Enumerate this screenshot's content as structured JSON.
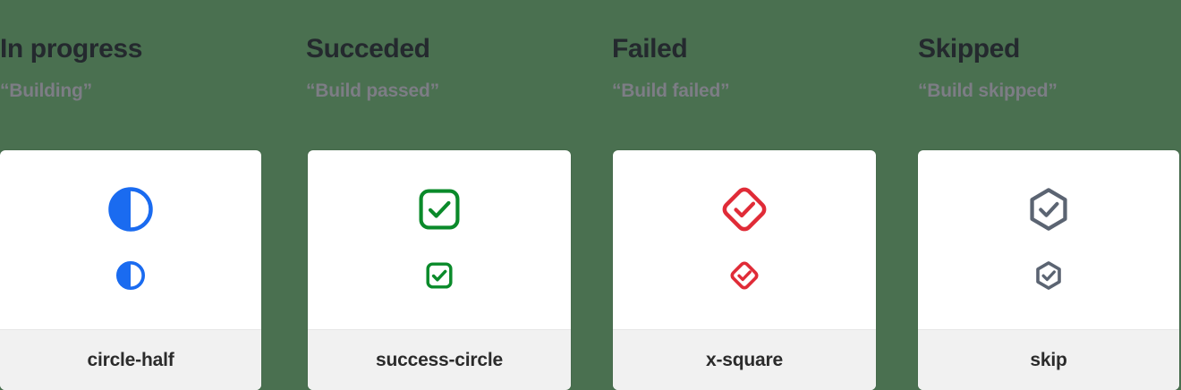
{
  "page": {
    "background_color": "#4a7050",
    "card_background": "#ffffff",
    "card_footer_background": "#f1f1f1"
  },
  "columns": [
    {
      "title": "In progress",
      "subtitle": "“Building”",
      "icon_name": "circle-half",
      "icon_label": "circle-half",
      "icon_color": "#1a6bf0"
    },
    {
      "title": "Succeded",
      "subtitle": "“Build passed”",
      "icon_name": "success-circle",
      "icon_label": "success-circle",
      "icon_color": "#0a8a2a"
    },
    {
      "title": "Failed",
      "subtitle": "“Build failed”",
      "icon_name": "x-square",
      "icon_label": "x-square",
      "icon_color": "#e02b37"
    },
    {
      "title": "Skipped",
      "subtitle": "“Build skipped”",
      "icon_name": "skip",
      "icon_label": "skip",
      "icon_color": "#5b6472"
    }
  ]
}
